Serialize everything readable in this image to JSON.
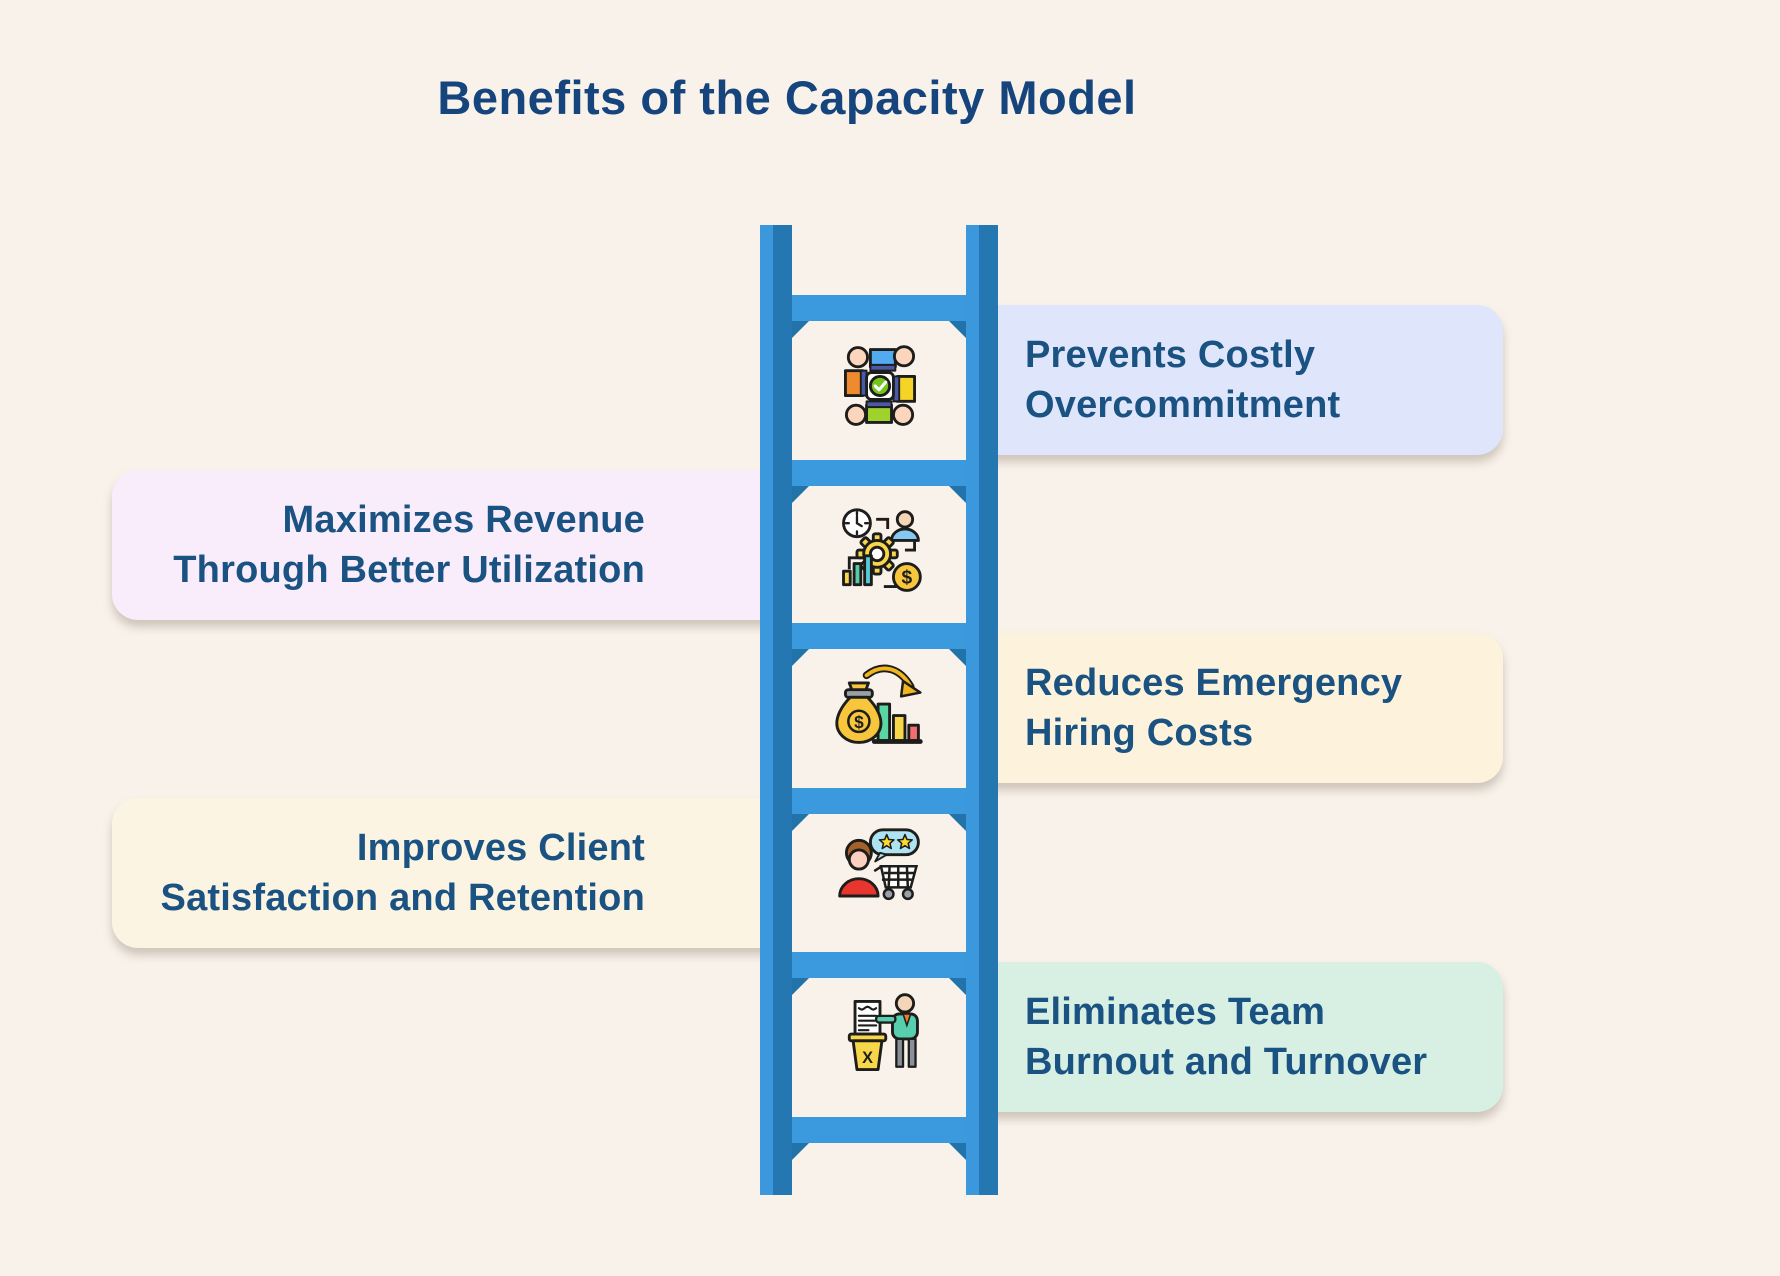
{
  "title": "Benefits of the Capacity Model",
  "colors": {
    "background": "#f9f2ea",
    "title_text": "#15457c",
    "card_text": "#1a5282",
    "ladder_main": "#3b98dc",
    "ladder_shade": "#2477b0",
    "ladder_rung_shadow": "#2173aa"
  },
  "benefits": [
    {
      "side": "right",
      "icon": "teamwork-hands-icon",
      "card_style": "background:#dfe5fb",
      "label_lines": [
        "Prevents Costly",
        "Overcommitment"
      ]
    },
    {
      "side": "left",
      "icon": "resource-management-icon",
      "card_style": "background:#f9edfb",
      "label_lines": [
        "Maximizes Revenue",
        "Through Better Utilization"
      ]
    },
    {
      "side": "right",
      "icon": "cost-reduction-icon",
      "card_style": "background:#fdf3dc",
      "label_lines": [
        "Reduces Emergency",
        "Hiring Costs"
      ]
    },
    {
      "side": "left",
      "icon": "client-satisfaction-icon",
      "card_style": "background:#fbf4e3",
      "label_lines": [
        "Improves Client",
        "Satisfaction and Retention"
      ]
    },
    {
      "side": "right",
      "icon": "team-burnout-elimination-icon",
      "card_style": "background:#d8efe3",
      "label_lines": [
        "Eliminates Team",
        "Burnout and Turnover"
      ]
    }
  ]
}
